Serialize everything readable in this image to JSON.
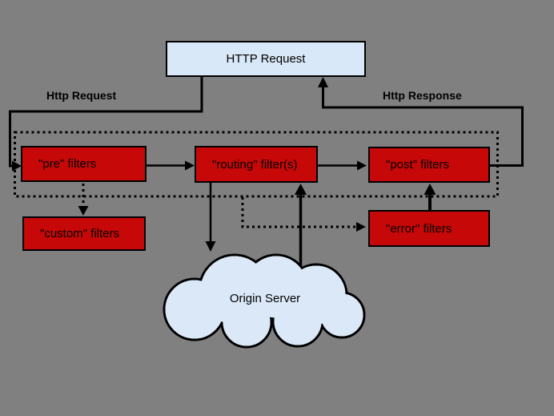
{
  "diagram": {
    "request_box": {
      "label": "HTTP Request"
    },
    "labels": {
      "request": "Http Request",
      "response": "Http Response"
    },
    "filters": {
      "pre": "\"pre\" filters",
      "routing": "\"routing\" filter(s)",
      "post": "\"post\" filters",
      "error": "\"error\" filters",
      "custom": "\"custom\" filters"
    },
    "cloud": {
      "label": "Origin Server"
    },
    "colors": {
      "background": "#808080",
      "filter_box": "#C60808",
      "request_box": "#D9E8F8",
      "cloud_fill": "#DAE8F7",
      "line": "#000000"
    }
  }
}
